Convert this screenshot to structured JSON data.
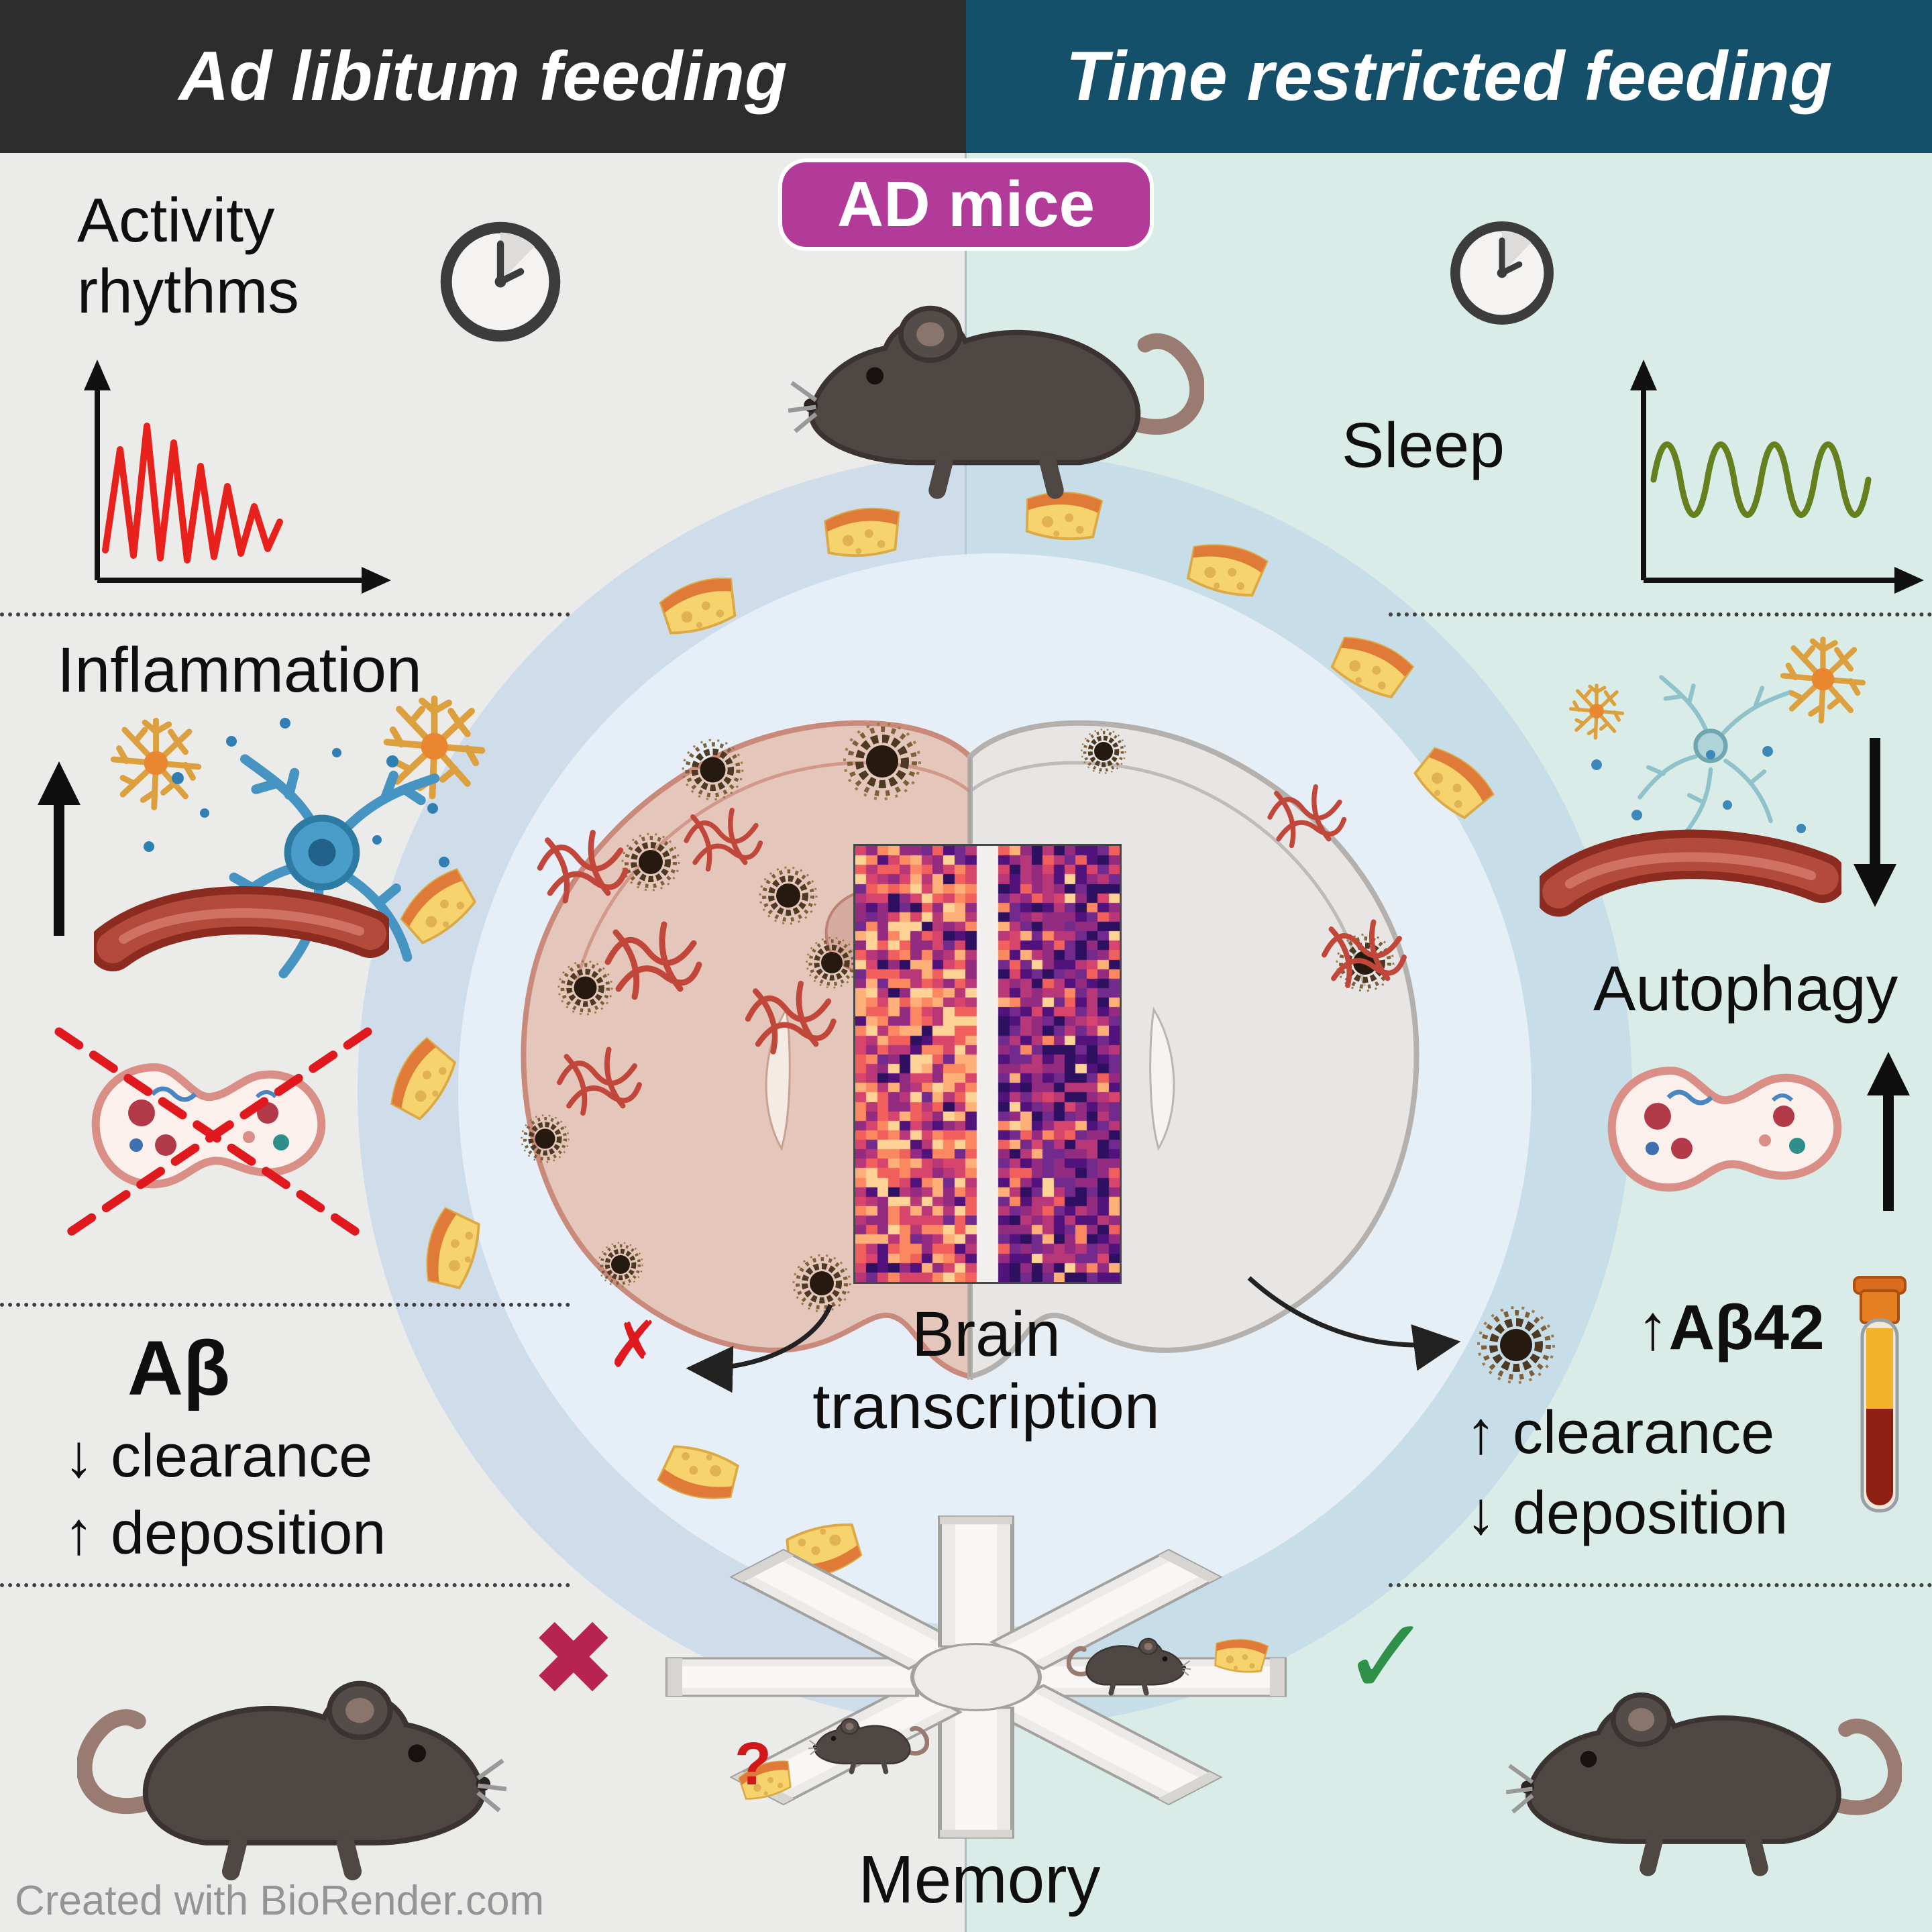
{
  "header": {
    "left_title": "Ad libitum feeding",
    "right_title": "Time restricted feeding",
    "badge_label": "AD mice"
  },
  "left_panel": {
    "activity_label": "Activity rhythms",
    "inflammation_label": "Inflammation",
    "abeta_title": "Aβ",
    "abeta_clearance": "↓ clearance",
    "abeta_deposition": "↑ deposition",
    "cross_mark": "✖"
  },
  "right_panel": {
    "sleep_label": "Sleep",
    "autophagy_label": "Autophagy",
    "abeta42_label": "↑Aβ42",
    "abeta_clearance": "↑ clearance",
    "abeta_deposition": "↓ deposition",
    "check_mark": "✓"
  },
  "center": {
    "brain_transcription_label": "Brain transcription",
    "memory_label": "Memory",
    "question_mark": "?",
    "blocked_mark": "✗"
  },
  "footer": {
    "credit": "Created with BioRender.com"
  },
  "colors": {
    "header_left_bg": "#2d2d2d",
    "header_right_bg": "#15506b",
    "left_bg": "#ebebea",
    "right_bg": "#d9ece7",
    "badge_bg": "#b23a98",
    "activity_line": "#e8211d",
    "sleep_line": "#66801f",
    "cross_red": "#b72452",
    "check_green": "#2e9049",
    "blocked_red": "#e0191f"
  }
}
